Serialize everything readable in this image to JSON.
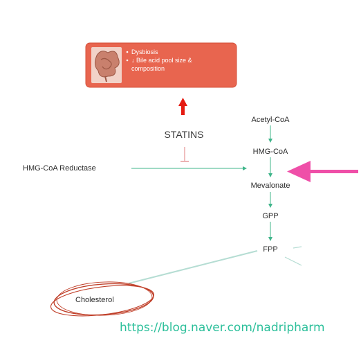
{
  "effects_box": {
    "bullets": [
      "Dysbiosis",
      "↓ Bile acid pool size &",
      "composition"
    ],
    "bg_color": "#e8654f",
    "image_icon": "intestine-icon"
  },
  "statins_label": "STATINS",
  "reductase_label": "HMG-CoA Reductase",
  "pathway": [
    "Acetyl-CoA",
    "HMG-CoA",
    "Mevalonate",
    "GPP",
    "FPP"
  ],
  "cholesterol_label": "Cholesterol",
  "watermark": "https://blog.naver.com/nadripharm",
  "colors": {
    "pathway_green": "#3fb58a",
    "inhibit_red": "#e07f7f",
    "up_arrow_red": "#e51b12",
    "pointer_pink": "#ef4fa8",
    "circle_red": "#c0402a",
    "watermark_teal": "#2bbf9a"
  }
}
